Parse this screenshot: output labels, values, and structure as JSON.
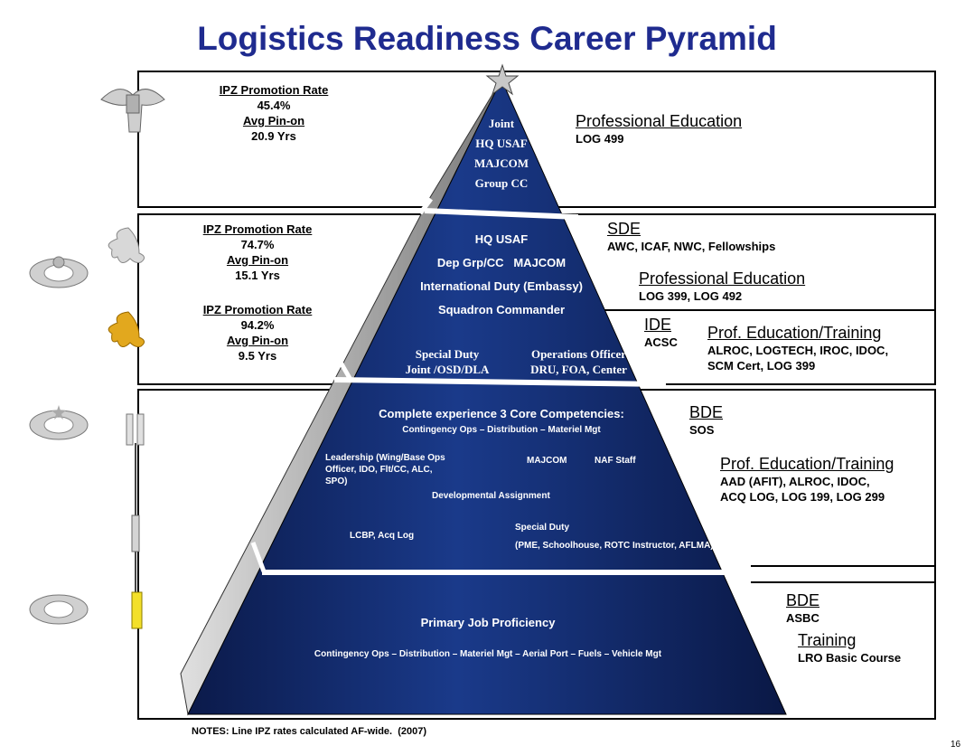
{
  "title": "Logistics Readiness Career Pyramid",
  "colors": {
    "title": "#1f2b8f",
    "pyramid_dark": "#0b1a4a",
    "pyramid_mid": "#1a3a8a"
  },
  "ranks": {
    "colonel": {
      "ipz_label": "IPZ Promotion Rate",
      "ipz_rate": "45.4%",
      "pin_label": "Avg Pin-on",
      "pin_value": "20.9 Yrs"
    },
    "lt_colonel": {
      "ipz_label": "IPZ Promotion Rate",
      "ipz_rate": "74.7%",
      "pin_label": "Avg Pin-on",
      "pin_value": "15.1 Yrs"
    },
    "major": {
      "ipz_label": "IPZ Promotion Rate",
      "ipz_rate": "94.2%",
      "pin_label": "Avg Pin-on",
      "pin_value": "9.5 Yrs"
    }
  },
  "pyramid": {
    "tier1": [
      "Joint",
      "HQ USAF",
      "MAJCOM",
      "Group CC"
    ],
    "tier2": {
      "hq": "HQ USAF",
      "dep": "Dep Grp/CC   MAJCOM",
      "intl": "International Duty (Embassy)",
      "sq": "Squadron Commander",
      "special_duty": "Special Duty",
      "special_duty_sub": "Joint /OSD/DLA",
      "ops": "Operations Officer",
      "ops_sub": "DRU, FOA, Center"
    },
    "tier3": {
      "heading": "Complete experience 3 Core Competencies:",
      "sub": "Contingency Ops – Distribution – Materiel Mgt",
      "leadership": "Leadership  (Wing/Base Ops Officer, IDO, Flt/CC, ALC, SPO)",
      "majcom": "MAJCOM",
      "naf": "NAF Staff",
      "dev": "Developmental Assignment",
      "lcbp": "LCBP, Acq Log",
      "special_duty": "Special Duty",
      "special_duty_sub": "(PME, Schoolhouse, ROTC Instructor, AFLMA)"
    },
    "tier4": {
      "heading": "Primary Job Proficiency",
      "sub": "Contingency Ops – Distribution – Materiel Mgt – Aerial Port – Fuels – Vehicle Mgt"
    }
  },
  "education": {
    "e1": {
      "heading": "Professional Education",
      "text": "LOG 499"
    },
    "e2": {
      "heading": "SDE",
      "text": "AWC, ICAF, NWC, Fellowships"
    },
    "e3": {
      "heading": "Professional Education",
      "text": "LOG 399, LOG 492"
    },
    "e4": {
      "heading": "IDE",
      "text": "ACSC"
    },
    "e5": {
      "heading": "Prof. Education/Training",
      "line1": "ALROC, LOGTECH, IROC, IDOC,",
      "line2": "SCM Cert, LOG 399"
    },
    "e6": {
      "heading": "BDE",
      "text": "SOS"
    },
    "e7": {
      "heading": "Prof. Education/Training",
      "line1": "AAD (AFIT), ALROC, IDOC,",
      "line2": "ACQ LOG, LOG 199, LOG 299"
    },
    "e8": {
      "heading": "BDE",
      "text": "ASBC"
    },
    "e9": {
      "heading": "Training",
      "text": "LRO Basic Course"
    }
  },
  "notes": "NOTES: Line IPZ rates calculated AF-wide.  (2007)",
  "page_number": "16",
  "icons": [
    "eagle-insignia-icon",
    "oak-leaf-icon",
    "gold-oak-leaf-icon",
    "senior-badge-icon",
    "master-badge-icon",
    "basic-badge-icon",
    "captain-bars-icon",
    "lieutenant-bar-icon",
    "second-lt-bar-icon",
    "star-icon"
  ]
}
